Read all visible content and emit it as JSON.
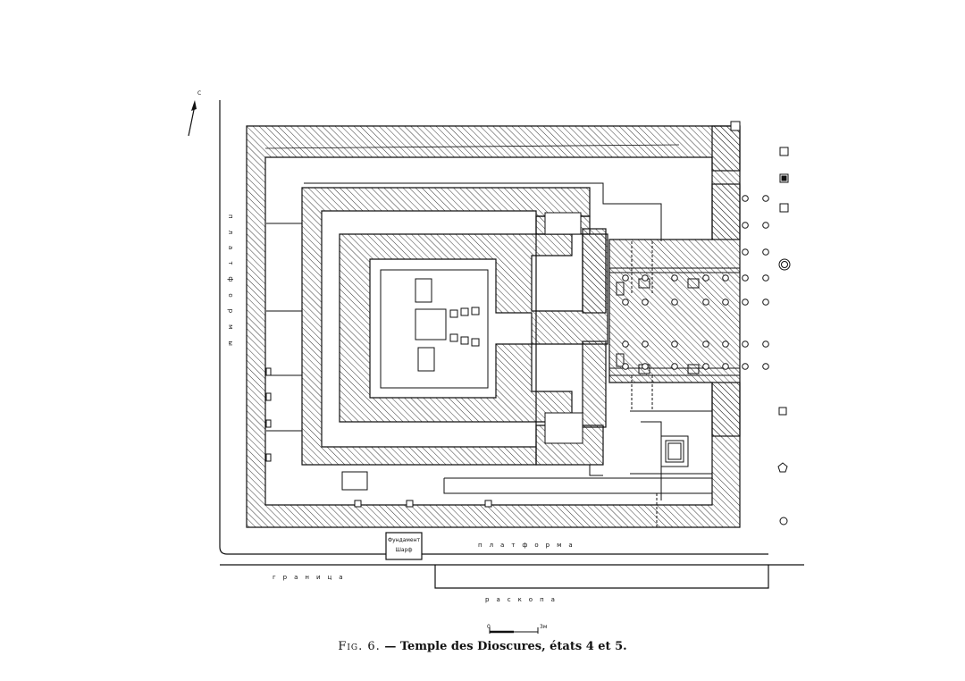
{
  "diagram": {
    "north_label": "C",
    "label_platform_left": "платформы",
    "label_platform_bottom": "платформа",
    "label_border": "граница",
    "label_excavation": "раскопа",
    "label_foundation": "Фундамент",
    "label_foundation_2": "Шарф",
    "scale_start": "0",
    "scale_end": "3м"
  },
  "caption": {
    "fig": "Fig. 6.",
    "dash": "—",
    "text": "Temple des Dioscures, états 4 et 5."
  }
}
